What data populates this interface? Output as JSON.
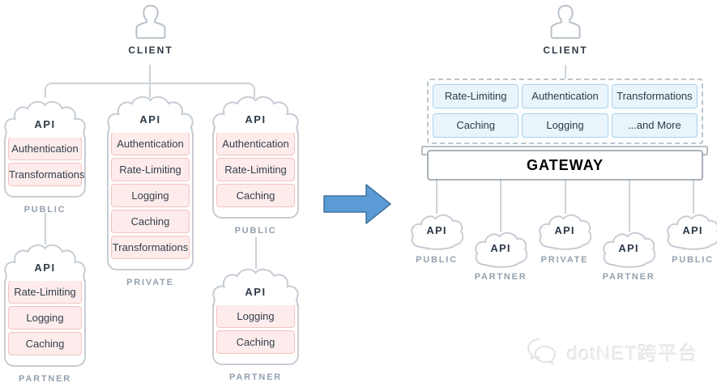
{
  "left": {
    "client_label": "CLIENT",
    "stacks": [
      {
        "api": "API",
        "features": [
          "Authentication",
          "Transformations"
        ],
        "label": "PUBLIC"
      },
      {
        "api": "API",
        "features": [
          "Authentication",
          "Rate-Limiting",
          "Logging",
          "Caching",
          "Transformations"
        ],
        "label": "PRIVATE"
      },
      {
        "api": "API",
        "features": [
          "Authentication",
          "Rate-Limiting",
          "Caching"
        ],
        "label": "PUBLIC"
      },
      {
        "api": "API",
        "features": [
          "Rate-Limiting",
          "Logging",
          "Caching"
        ],
        "label": "PARTNER"
      },
      {
        "api": "API",
        "features": [
          "Logging",
          "Caching"
        ],
        "label": "PARTNER"
      }
    ]
  },
  "right": {
    "client_label": "CLIENT",
    "gateway_features": [
      "Rate-Limiting",
      "Authentication",
      "Transformations",
      "Caching",
      "Logging",
      "...and More"
    ],
    "gateway_label": "GATEWAY",
    "clouds": [
      {
        "api": "API",
        "label": "PUBLIC"
      },
      {
        "api": "API",
        "label": "PARTNER"
      },
      {
        "api": "API",
        "label": "PRIVATE"
      },
      {
        "api": "API",
        "label": "PARTNER"
      },
      {
        "api": "API",
        "label": "PUBLIC"
      }
    ]
  },
  "watermark": {
    "text": "dotNET跨平台"
  },
  "colors": {
    "outline_gray": "#c6cdd4",
    "pink_fill": "#fdeceb",
    "pink_border": "#f4c3c0",
    "blue_fill": "#e9f4fb",
    "blue_border": "#a6d3ee",
    "arrow_fill": "#5b9bd5",
    "arrow_stroke": "#41719c",
    "text_dark": "#333f4c",
    "label_muted": "#94a1ae"
  }
}
